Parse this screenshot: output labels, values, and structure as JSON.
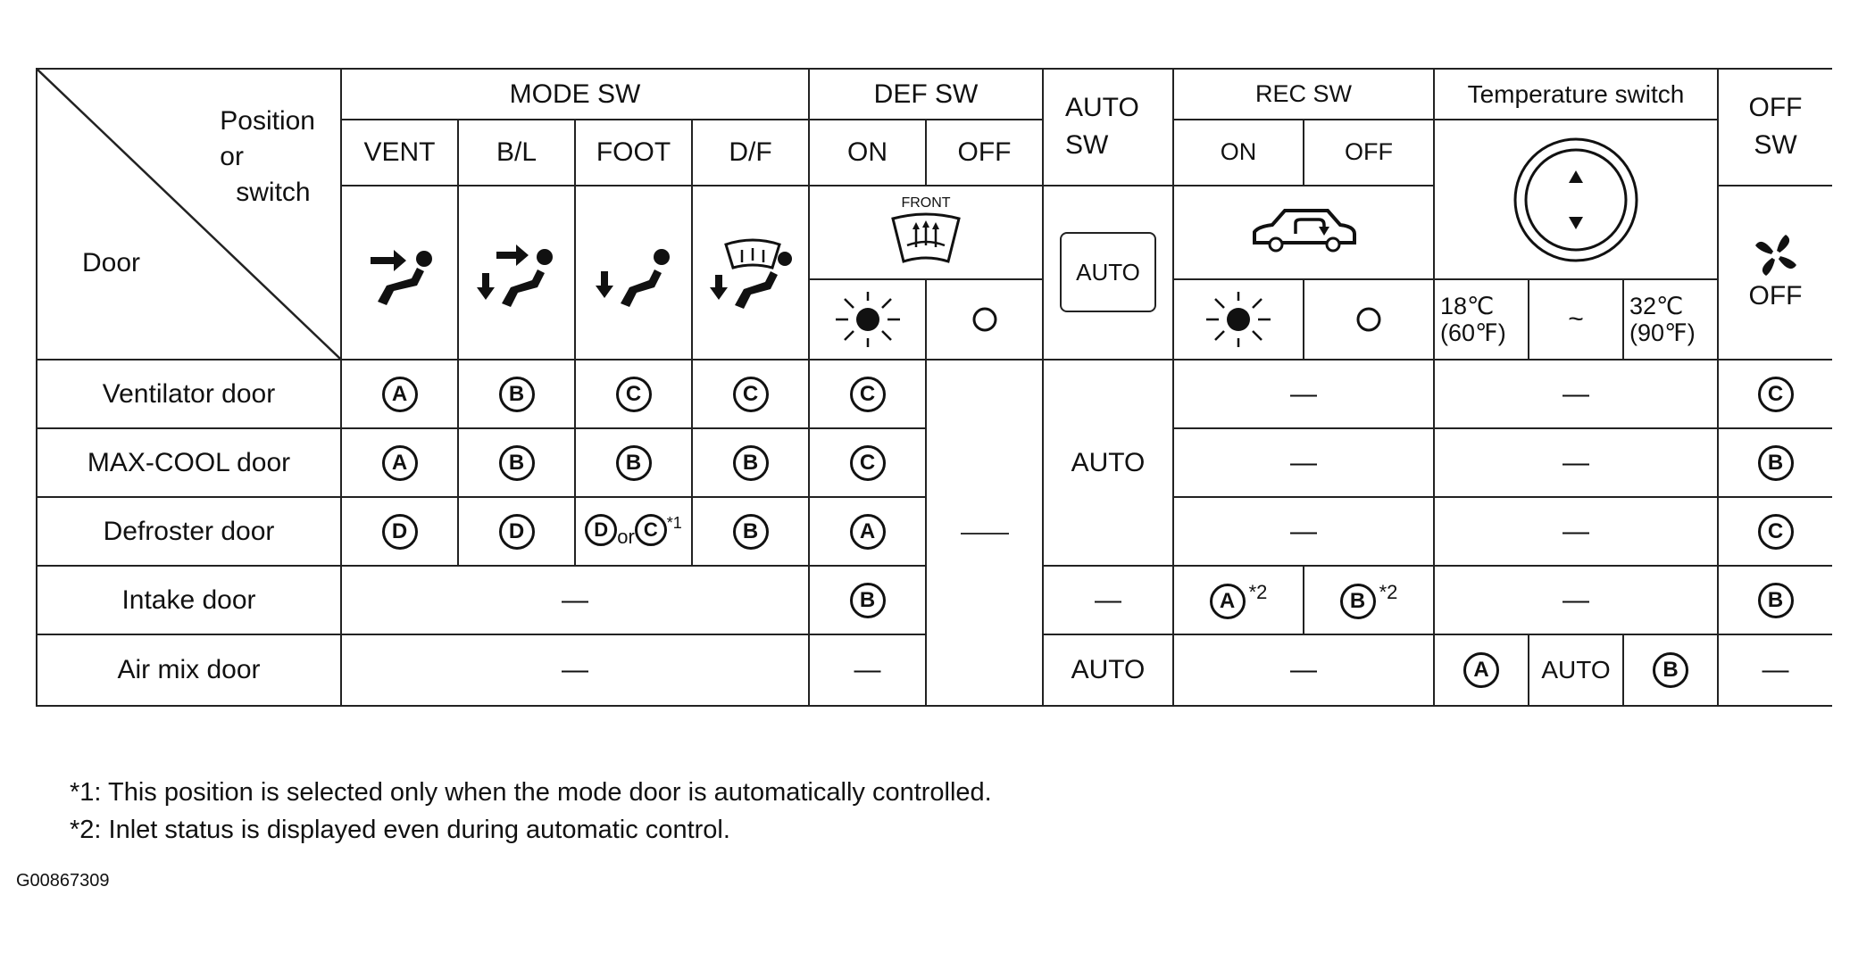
{
  "header": {
    "position_lines": [
      "Position",
      "or",
      "switch"
    ],
    "door_label": "Door",
    "mode_sw": "MODE SW",
    "mode_cols": [
      "VENT",
      "B/L",
      "FOOT",
      "D/F"
    ],
    "def_sw": "DEF SW",
    "def_cols": [
      "ON",
      "OFF"
    ],
    "front_label": "FRONT",
    "auto_sw": "AUTO SW",
    "auto_btn": "AUTO",
    "rec_sw": "REC SW",
    "rec_cols": [
      "ON",
      "OFF"
    ],
    "temp_switch": "Temperature switch",
    "temp_low": "18℃ (60℉)",
    "temp_tilde": "~",
    "temp_high": "32℃ (90℉)",
    "off_sw": "OFF SW",
    "off_label": "OFF"
  },
  "rows": [
    {
      "door": "Ventilator door",
      "mode": [
        "A",
        "B",
        "C",
        "C"
      ],
      "def_on": "C",
      "rec": "—",
      "temp": "—",
      "off": "C"
    },
    {
      "door": "MAX-COOL door",
      "mode": [
        "A",
        "B",
        "B",
        "B"
      ],
      "def_on": "C",
      "rec": "—",
      "temp": "—",
      "off": "B"
    },
    {
      "door": "Defroster door",
      "mode": [
        "D",
        "D",
        "D or C *1",
        "B"
      ],
      "foot_parts": {
        "first": "D",
        "or": "or",
        "second": "C",
        "note": "*1"
      },
      "def_on": "A",
      "rec": "—",
      "temp": "—",
      "off": "C"
    },
    {
      "door": "Intake door",
      "mode_span": "—",
      "def_on": "B",
      "auto": "—",
      "rec_on": "A",
      "rec_on_note": "*2",
      "rec_off": "B",
      "rec_off_note": "*2",
      "temp": "—",
      "off": "B"
    },
    {
      "door": "Air mix door",
      "mode_span": "—",
      "def_on": "—",
      "auto": "AUTO",
      "rec": "—",
      "temp_parts": [
        "A",
        "AUTO",
        "B"
      ],
      "off": "—"
    }
  ],
  "merged": {
    "def_off_rows1to5": "—",
    "auto_rows1to3": "AUTO"
  },
  "footnotes": [
    "*1: This position is selected only when the mode door is automatically controlled.",
    "*2: Inlet status is displayed even during automatic control."
  ],
  "figure_id": "G00867309"
}
